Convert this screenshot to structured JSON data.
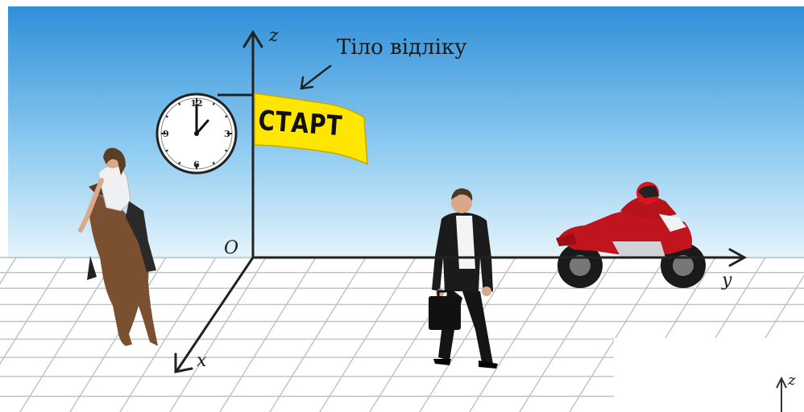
{
  "reference_body_label": "Тіло відліку",
  "flag_text": "СТАРТ",
  "axes": {
    "z": "z",
    "y": "y",
    "x": "x",
    "origin": "O"
  },
  "corner_axis": "z",
  "clock": {
    "hour": 12,
    "minute": 0,
    "numerals": [
      "12",
      "3",
      "6",
      "9"
    ]
  },
  "figures": [
    "horse-rider",
    "businessman",
    "motorcyclist"
  ],
  "colors": {
    "sky_top": "#2f8fd8",
    "sky_bottom": "#d8eef9",
    "flag": "#ffe600",
    "grid": "#bfc3c6",
    "axis": "#222222",
    "motorcycle": "#c0141e"
  }
}
